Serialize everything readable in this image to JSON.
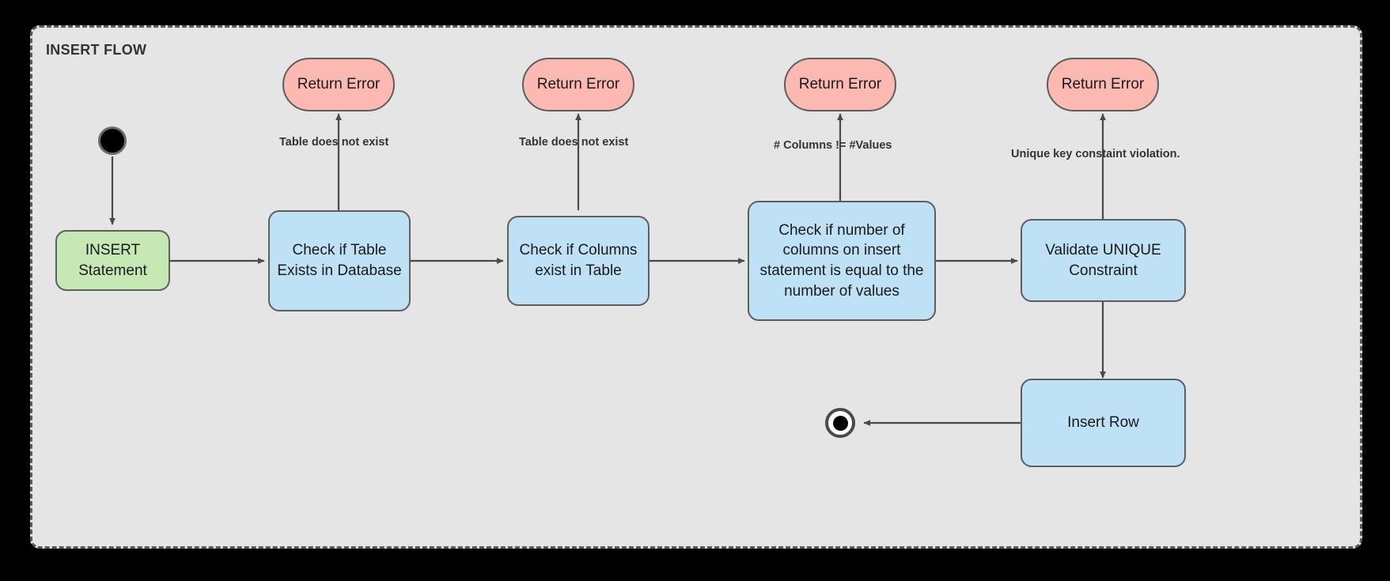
{
  "diagram": {
    "title": "INSERT FLOW",
    "background_color": "#e5e5e5",
    "canvas_color": "#000000",
    "border_color": "#5a5a5a",
    "type": "flowchart"
  },
  "palette": {
    "process_fill": "#bfe1f6",
    "start_state_fill": "#c6e8b5",
    "error_fill": "#fcb9b2",
    "stroke": "#5e5e5e",
    "text": "#1a1a1a"
  },
  "nodes": {
    "start": {
      "name": "start-node",
      "label": ""
    },
    "insert_statement": {
      "label": "INSERT\nStatement"
    },
    "check_table": {
      "label": "Check if Table\nExists in Database"
    },
    "check_columns": {
      "label": "Check if Columns\nexist in Table"
    },
    "check_count": {
      "label": "Check if number of\ncolumns on insert\nstatement is equal to the\nnumber of values"
    },
    "validate_unique": {
      "label": "Validate UNIQUE\nConstraint"
    },
    "insert_row": {
      "label": "Insert Row"
    },
    "end": {
      "name": "end-node",
      "label": ""
    },
    "error_1": {
      "label": "Return Error"
    },
    "error_2": {
      "label": "Return Error"
    },
    "error_3": {
      "label": "Return Error"
    },
    "error_4": {
      "label": "Return Error"
    }
  },
  "edge_labels": {
    "table_not_exist_1": "Table does not exist",
    "table_not_exist_2": "Table does not exist",
    "column_count_mismatch": "# Columns != #Values",
    "unique_violation": "Unique key constaint violation."
  }
}
